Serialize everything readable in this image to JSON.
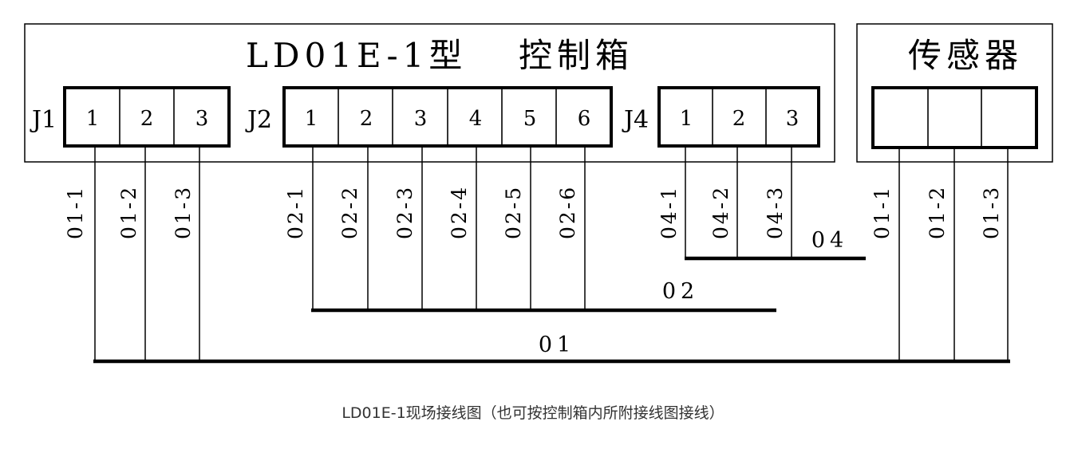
{
  "controller": {
    "title_model": "LD01E-1型",
    "title_name": "控制箱",
    "j1": {
      "label": "J1",
      "cells": [
        "1",
        "2",
        "3"
      ]
    },
    "j2": {
      "label": "J2",
      "cells": [
        "1",
        "2",
        "3",
        "4",
        "5",
        "6"
      ]
    },
    "j4": {
      "label": "J4",
      "cells": [
        "1",
        "2",
        "3"
      ]
    }
  },
  "sensor": {
    "title": "传感器"
  },
  "wires": {
    "j1": [
      "01-1",
      "01-2",
      "01-3"
    ],
    "j2": [
      "02-1",
      "02-2",
      "02-3",
      "02-4",
      "02-5",
      "02-6"
    ],
    "j4": [
      "04-1",
      "04-2",
      "04-3"
    ],
    "sensor": [
      "01-1",
      "01-2",
      "01-3"
    ]
  },
  "buses": {
    "b01": "01",
    "b02": "02",
    "b04": "04"
  },
  "caption": "LD01E-1现场接线图（也可按控制箱内所附接线图接线）"
}
